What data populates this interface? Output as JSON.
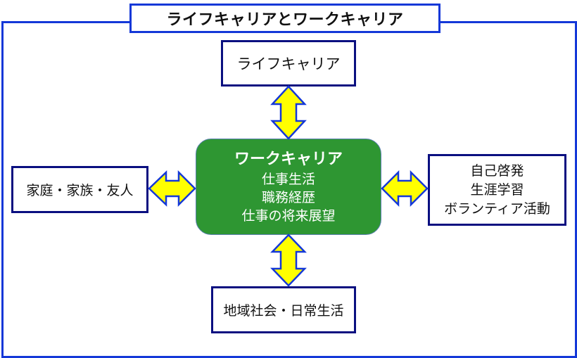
{
  "title": "ライフキャリアとワークキャリア",
  "center": {
    "title": "ワークキャリア",
    "lines": [
      "仕事生活",
      "職務経歴",
      "仕事の将来展望"
    ]
  },
  "nodes": {
    "top": {
      "lines": [
        "ライフキャリア"
      ]
    },
    "left": {
      "lines": [
        "家庭・家族・友人"
      ]
    },
    "right": {
      "lines": [
        "自己啓発",
        "生涯学習",
        "ボランティア活動"
      ]
    },
    "bottom": {
      "lines": [
        "地域社会・日常生活"
      ]
    }
  },
  "connections": [
    {
      "from": "center",
      "to": "top",
      "type": "bidirectional"
    },
    {
      "from": "center",
      "to": "left",
      "type": "bidirectional"
    },
    {
      "from": "center",
      "to": "right",
      "type": "bidirectional"
    },
    {
      "from": "center",
      "to": "bottom",
      "type": "bidirectional"
    }
  ],
  "colors": {
    "frame": "#1438d8",
    "node_border": "#0a0f80",
    "center_fill": "#2e9632",
    "arrow_fill": "#ffff00",
    "arrow_stroke": "#1438d8"
  }
}
